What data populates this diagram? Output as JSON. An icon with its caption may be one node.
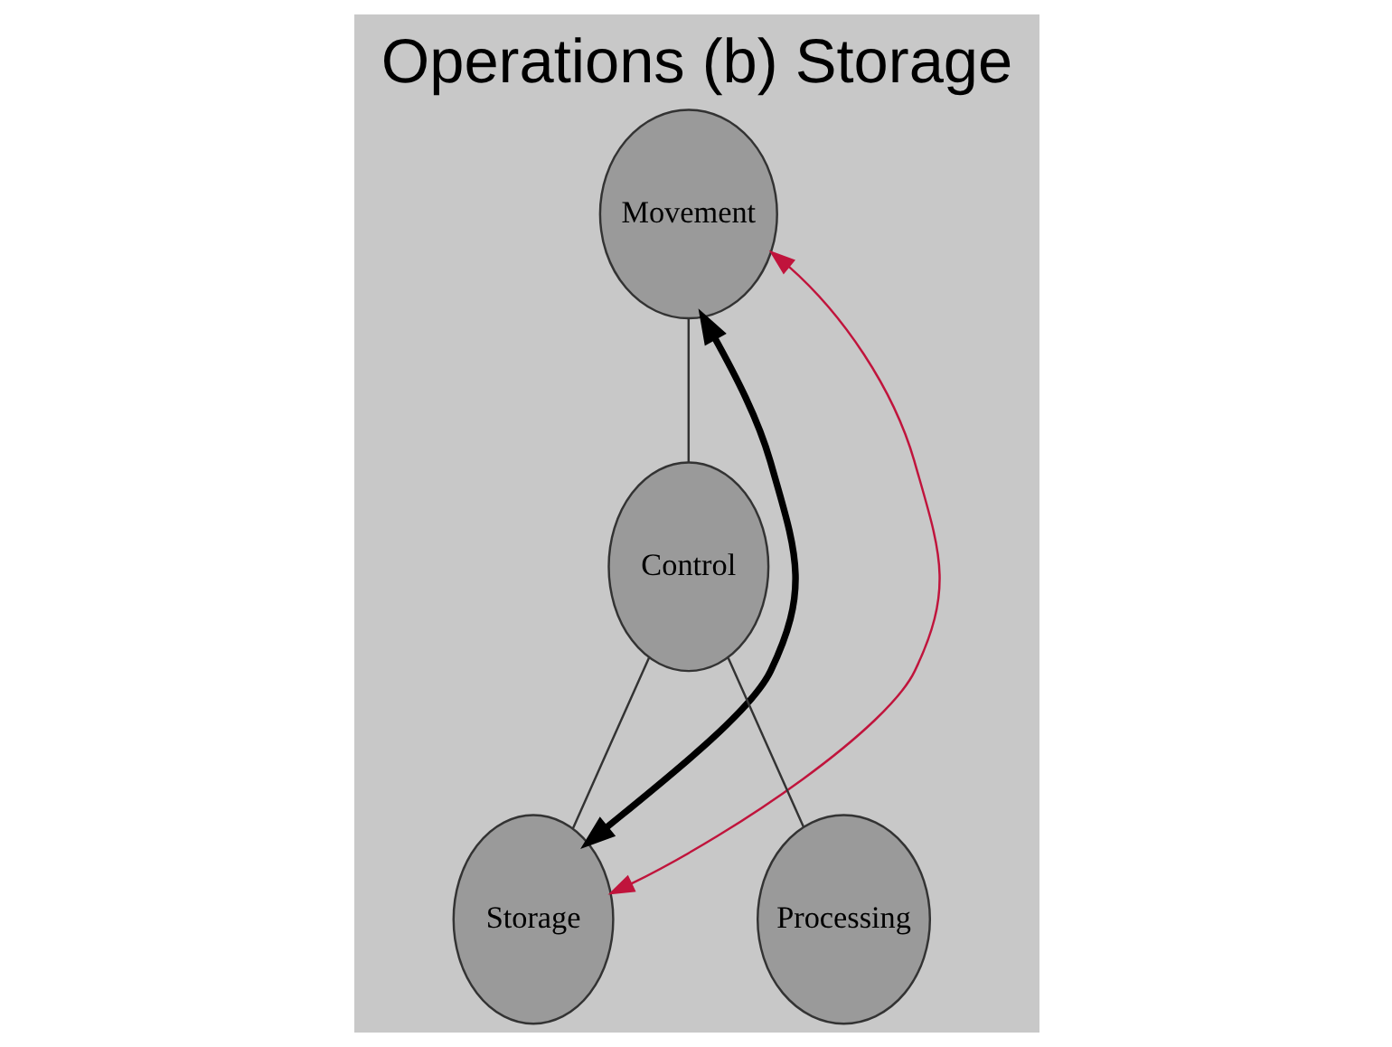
{
  "diagram": {
    "title": "Operations (b) Storage",
    "nodes": [
      {
        "text": [
          "Movement"
        ]
      },
      {
        "text": [
          "Control"
        ]
      },
      {
        "text": [
          "Storage"
        ]
      },
      {
        "text": [
          "Processing"
        ]
      }
    ],
    "edges": [
      {
        "from": 0,
        "to": 1,
        "arrow": "none"
      },
      {
        "from": 1,
        "to": 2,
        "arrow": "none"
      },
      {
        "from": 1,
        "to": 3,
        "arrow": "none"
      },
      {
        "from": 0,
        "to": 2,
        "arrow": "both",
        "style": "thick"
      },
      {
        "from": 0,
        "to": 2,
        "arrow": "both",
        "color": "#c0143c"
      }
    ]
  }
}
